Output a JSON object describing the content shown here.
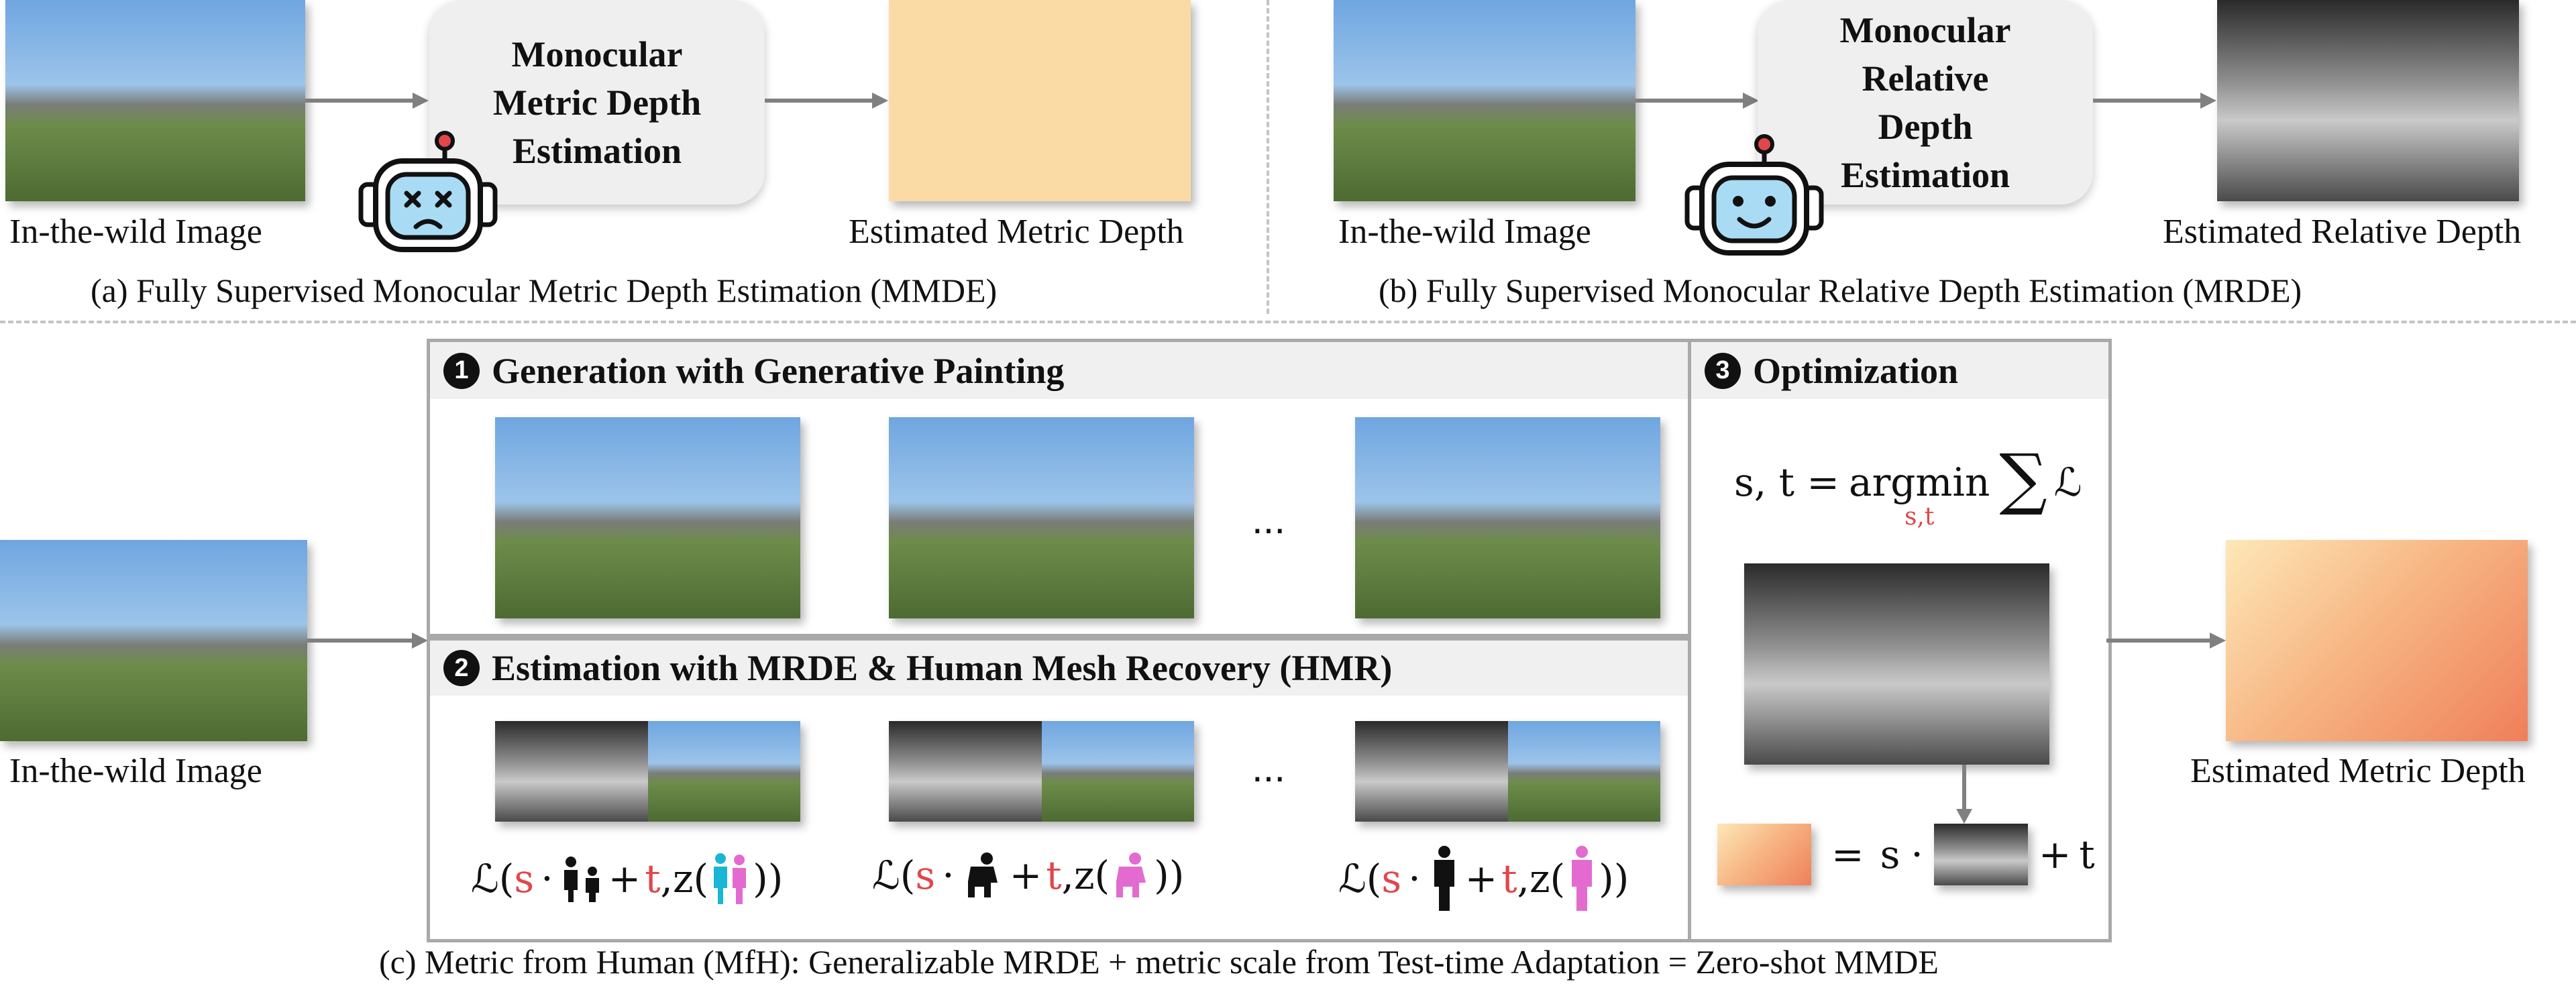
{
  "top_left": {
    "input_caption": "In-the-wild Image",
    "box_title": "Monocular Metric Depth Estimation",
    "output_caption": "Estimated Metric Depth",
    "caption": "(a) Fully Supervised Monocular Metric Depth Estimation (MMDE)",
    "robot_mood": "sad"
  },
  "top_right": {
    "input_caption": "In-the-wild Image",
    "box_title": "Monocular Relative Depth Estimation",
    "output_caption": "Estimated Relative Depth",
    "caption": "(b) Fully Supervised Monocular Relative Depth Estimation (MRDE)",
    "robot_mood": "happy"
  },
  "bottom": {
    "input_caption": "In-the-wild Image",
    "output_caption": "Estimated Metric Depth",
    "step1": {
      "number": "1",
      "title": "Generation with Generative Painting",
      "ellipsis": "..."
    },
    "step2": {
      "number": "2",
      "title": "Estimation with MRDE & Human Mesh Recovery (HMR)",
      "ellipsis": "..."
    },
    "step3": {
      "number": "3",
      "title": "Optimization"
    },
    "loss": {
      "L": "ℒ",
      "open": "(",
      "s": "s",
      "dot": "·",
      "plus": "+",
      "t": "t",
      "comma": ",",
      "z": "z(",
      "close": "))"
    },
    "argmin": {
      "lhs": "s, t =",
      "op": "argmin",
      "sub": "s,t",
      "sum": "∑",
      "L": "ℒ"
    },
    "final_eq": {
      "eq": "=",
      "s": "s",
      "dot": "·",
      "plus": "+",
      "t": "t"
    },
    "caption": "(c) Metric from Human (MfH): Generalizable MRDE + metric scale from Test-time Adaptation = Zero-shot MMDE"
  },
  "colors": {
    "accent_red": "#e0474c",
    "mesh_pink": "#e36bd0",
    "mesh_cyan": "#1bb5d6",
    "robot_face": "#a9dcf4",
    "arrow": "#808080"
  }
}
